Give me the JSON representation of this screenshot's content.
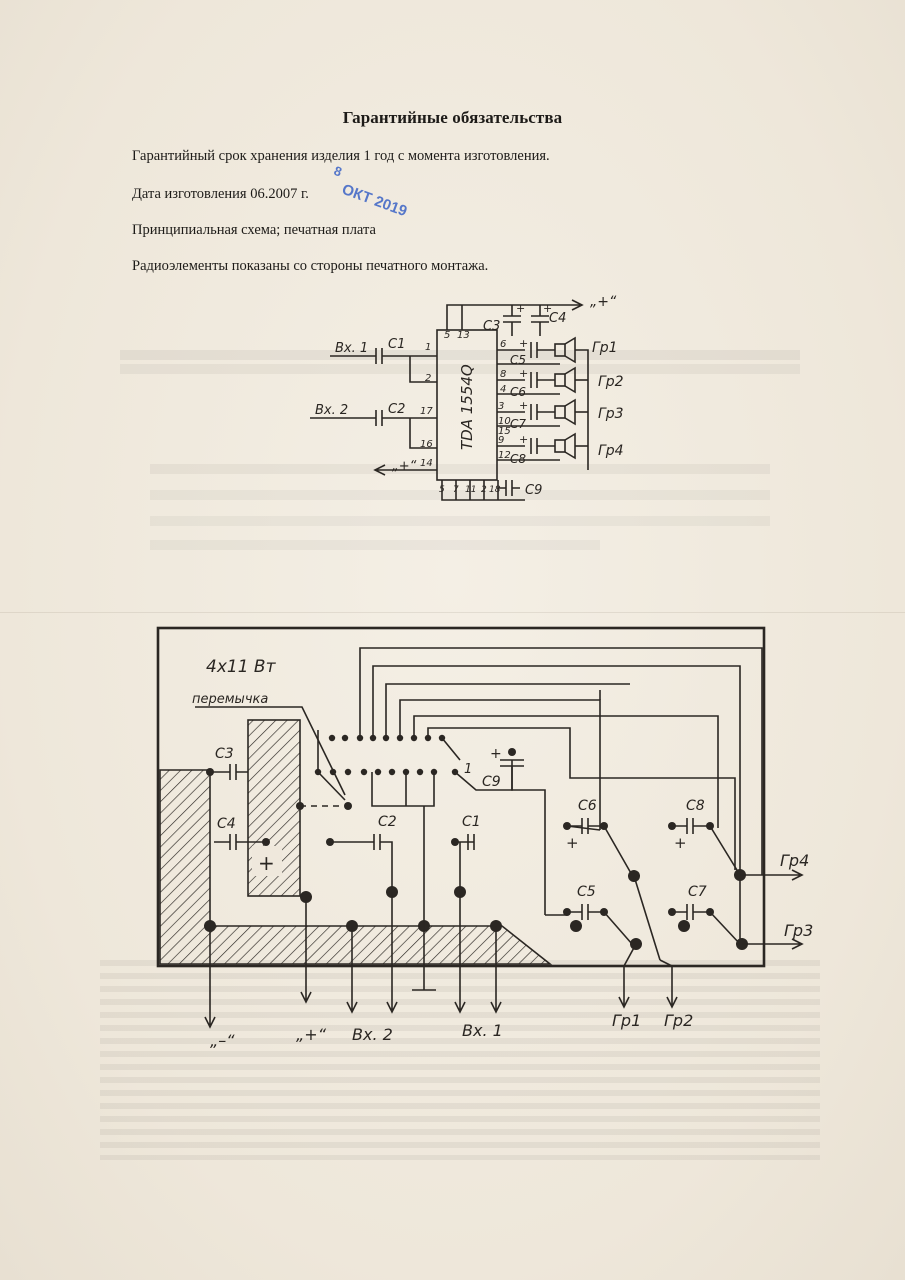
{
  "doc": {
    "title": "Гарантийные обязательства",
    "warranty_line": "Гарантийный срок хранения изделия 1 год с момента изготовления.",
    "manufacture_line": "Дата изготовления 06.2007 г.",
    "schematic_line": "Принципиальная схема; печатная плата",
    "elements_line": "Радиоэлементы показаны со стороны печатного монтажа."
  },
  "stamp": {
    "day": "8",
    "date": "ОКТ 2019"
  },
  "schematic": {
    "chip": "TDA 1554Q",
    "inputs": [
      "Вх. 1",
      "Вх. 2"
    ],
    "plus": "„+“",
    "caps": [
      "C1",
      "C2",
      "C3",
      "C4",
      "C5",
      "C6",
      "C7",
      "C8",
      "C9"
    ],
    "outputs": [
      "Гр1",
      "Гр2",
      "Гр3",
      "Гр4"
    ],
    "pins_left": [
      "1",
      "2",
      "17",
      "16",
      "14"
    ],
    "pins_top": [
      "5",
      "13"
    ],
    "pins_right": [
      "6",
      "8",
      "4",
      "3",
      "10",
      "9",
      "12",
      "15"
    ],
    "pins_bottom": [
      "5",
      "7",
      "11",
      "2",
      "18"
    ],
    "plus_sign": "+"
  },
  "pcb": {
    "power_label": "4х11 Вт",
    "jumper_label": "перемычка",
    "caps": [
      "C3",
      "C4",
      "C9",
      "C2",
      "C1",
      "C6",
      "C8",
      "C5",
      "C7"
    ],
    "pin_one": "1",
    "outputs": [
      "Гр4",
      "Гр3",
      "Гр1",
      "Гр2"
    ],
    "bottom_labels": [
      "„–“",
      "„+“",
      "Вх. 2",
      "Вх. 1"
    ],
    "plus_sign": "+"
  }
}
